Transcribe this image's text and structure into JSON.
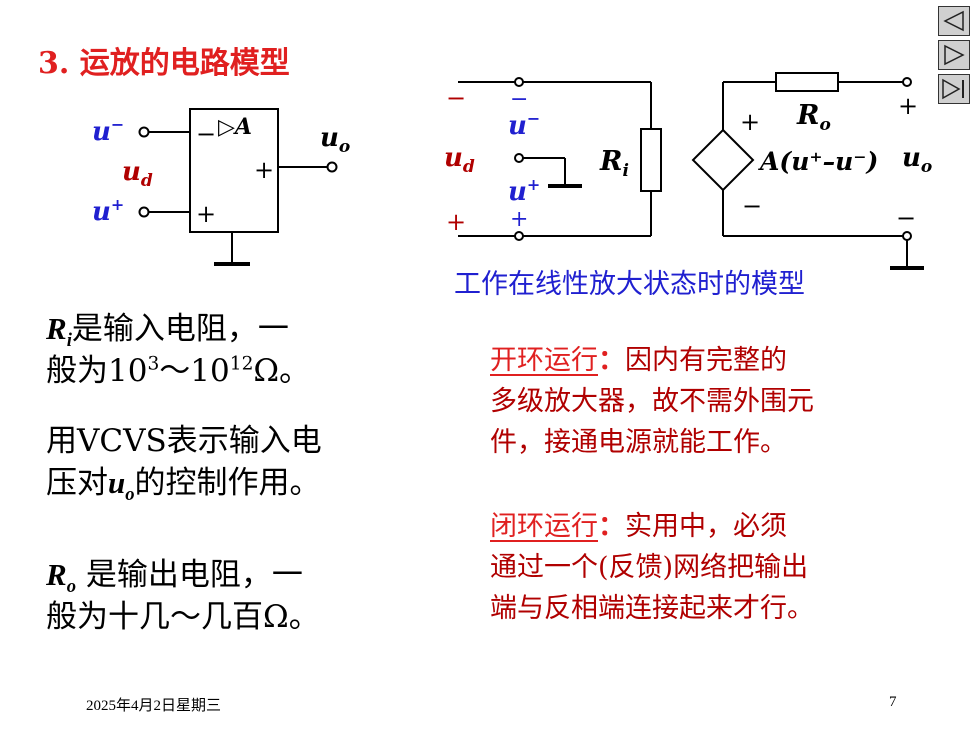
{
  "title": "3. 运放的电路模型",
  "opamp": {
    "in_neg": "u",
    "in_neg_sup": "−",
    "in_pos": "u",
    "in_pos_sup": "+",
    "diff": "u",
    "diff_sub": "d",
    "out": "u",
    "out_sub": "o",
    "gain": "▷A",
    "minus_sign": "−",
    "plus_sign": "+",
    "out_plus": "+"
  },
  "model": {
    "ud": "u",
    "ud_sub": "d",
    "un": "u",
    "un_sup": "−",
    "up": "u",
    "up_sup": "+",
    "ri": "R",
    "ri_sub": "i",
    "ro": "R",
    "ro_sub": "o",
    "vcvs": "A(u⁺–u⁻)",
    "uo": "u",
    "uo_sub": "o",
    "minus": "−",
    "plus": "+"
  },
  "caption": "工作在线性放大状态时的模型",
  "left_text": {
    "ri_sym": "R",
    "ri_sub": "i",
    "ri_line1": "是输入电阻，一",
    "ri_line2_a": "般为10",
    "ri_exp1": "3",
    "ri_line2_b": "～10",
    "ri_exp2": "12",
    "ri_line2_c": "Ω。",
    "vcvs_line1": "用VCVS表示输入电",
    "vcvs_line2_a": "压对",
    "vcvs_u": "u",
    "vcvs_sub": "o",
    "vcvs_line2_b": "的控制作用。",
    "ro_sym": "R",
    "ro_sub": "o",
    "ro_line1": " 是输出电阻，一",
    "ro_line2": "般为十几～几百Ω。"
  },
  "right_text": {
    "open_head": "开环运行",
    "open_colon": "：",
    "open_l1": "因内有完整的",
    "open_l2": "多级放大器，故不需外围元",
    "open_l3": "件，接通电源就能工作。",
    "closed_head": "闭环运行",
    "closed_colon": "：",
    "closed_l1": "实用中，必须",
    "closed_l2": "通过一个(反馈)网络把输出",
    "closed_l3": "端与反相端连接起来才行。"
  },
  "footer": {
    "date": "2025年4月2日星期三",
    "page": "7"
  },
  "nav": {
    "prev_icon": "triangle-left-icon",
    "next_icon": "triangle-right-icon",
    "end_icon": "skip-end-icon"
  },
  "colors": {
    "title": "#e02020",
    "blue": "#2020d0",
    "darkred": "#b00000",
    "black": "#000000"
  }
}
